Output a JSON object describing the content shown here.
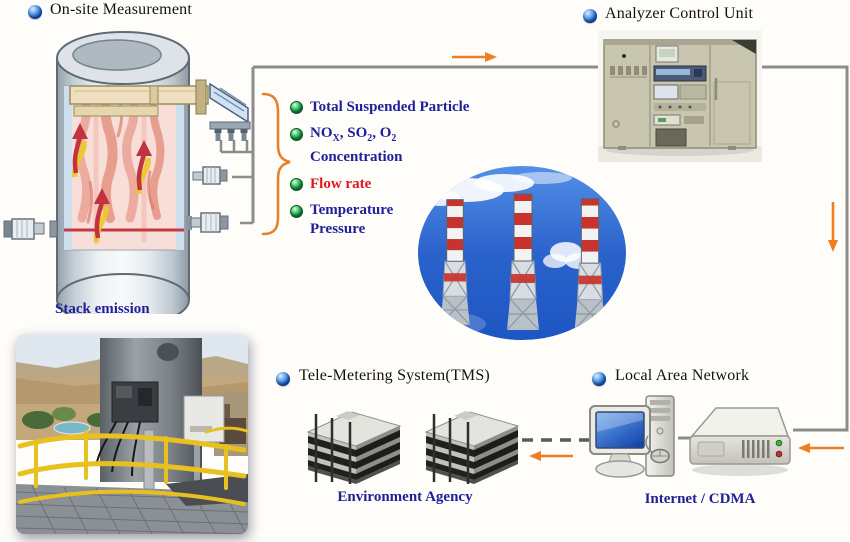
{
  "headings": {
    "onsite": "On-site Measurement",
    "analyzer": "Analyzer Control Unit",
    "tms": "Tele-Metering System(TMS)",
    "lan": "Local Area Network"
  },
  "captions": {
    "stack_emission": "Stack emission",
    "environment_agency": "Environment Agency",
    "internet_cdma": "Internet / CDMA"
  },
  "measurements": {
    "item1": "Total Suspended Particle",
    "item2": {
      "p1": "NO",
      "s1": "X",
      "p2": ", SO",
      "s2": "2",
      "p3": ", O",
      "s3": "2",
      "line2": "Concentration"
    },
    "item3": "Flow rate",
    "item4_line1": "Temperature",
    "item4_line2": "Pressure"
  },
  "icons": {
    "heading_bullet": "blue-globe",
    "list_bullet": "green-sphere",
    "flow_arrows": "orange-arrow",
    "brace": "orange-curly-brace"
  },
  "colors": {
    "navy_text": "#1f209a",
    "red_text": "#e0161e",
    "arrow_orange": "#ef7d22",
    "connector_gray": "#8c8c8c",
    "heading_text": "#121212"
  }
}
